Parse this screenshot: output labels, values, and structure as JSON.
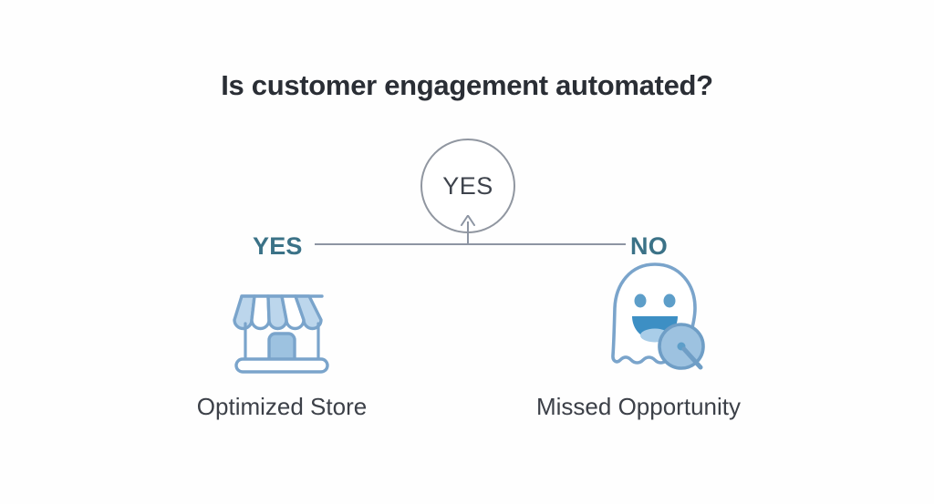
{
  "diagram": {
    "title": "Is customer engagement automated?",
    "root_node": {
      "label": "YES",
      "shape": "circle"
    },
    "branches": [
      {
        "label": "YES",
        "side": "left",
        "icon": "storefront-icon",
        "outcome": "Optimized Store"
      },
      {
        "label": "NO",
        "side": "right",
        "icon": "ghost-icon",
        "outcome": "Missed Opportunity"
      }
    ],
    "colors": {
      "background": "#fefefe",
      "title_text": "#2a2e35",
      "node_stroke": "#9096a0",
      "node_text": "#3e434c",
      "connector": "#8d95a3",
      "branch_label": "#3b7287",
      "caption_text": "#3c4048",
      "icon_stroke": "#6f9ec6",
      "icon_fill_light": "#bcd6ec",
      "icon_fill_mid": "#9dc2e0",
      "icon_accent": "#3d8fc4"
    }
  }
}
